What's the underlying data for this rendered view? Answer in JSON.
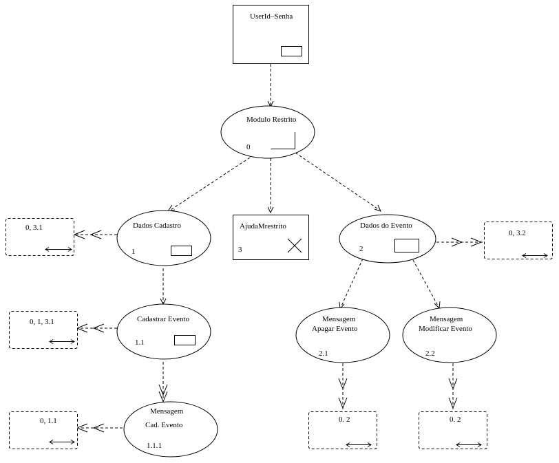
{
  "nodes": {
    "userid": {
      "title": "UserId–Senha"
    },
    "modulo": {
      "title": "Modulo Restrito",
      "number": "0"
    },
    "dados_cadastro": {
      "title": "Dados Cadastro",
      "number": "1"
    },
    "ajuda": {
      "title": "AjudaMrestrito",
      "number": "3"
    },
    "dados_evento": {
      "title": "Dados do Evento",
      "number": "2"
    },
    "cadastrar_evento": {
      "title": "Cadastrar Evento",
      "number": "1.1"
    },
    "msg_apagar": {
      "title_line1": "Mensagem",
      "title_line2": "Apagar Evento",
      "number": "2.1"
    },
    "msg_modificar": {
      "title_line1": "Mensagem",
      "title_line2": "Modificar Evento",
      "number": "2.2"
    },
    "msg_cad": {
      "title_line1": "Mensagem",
      "title_line2": "Cad. Evento",
      "number": "1.1.1"
    }
  },
  "refs": {
    "ref_dados_cadastro": "0, 3.1",
    "ref_dados_evento": "0, 3.2",
    "ref_cadastrar": "0, 1, 3.1",
    "ref_msg_cad": "0, 1.1",
    "ref_msg_apagar": "0. 2",
    "ref_msg_modificar": "0. 2"
  },
  "icons": {
    "userid": "button-icon",
    "modulo": "corner-icon",
    "dados_cadastro": "button-icon",
    "ajuda": "close-x-icon",
    "dados_evento": "button-icon",
    "cadastrar_evento": "button-icon",
    "refs": "double-arrow-icon"
  }
}
